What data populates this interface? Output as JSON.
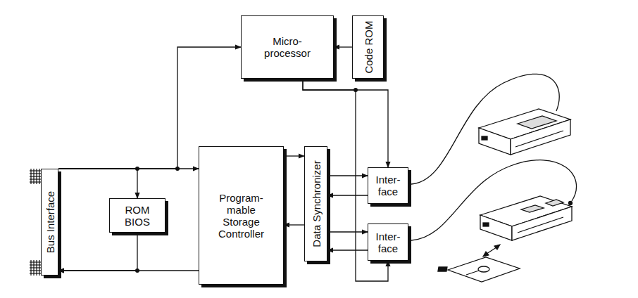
{
  "diagram": {
    "nodes": [
      {
        "text": [
          "Micro- processor"
        ]
      },
      {
        "text": [
          "Code ROM"
        ]
      },
      {
        "text": [
          "Bus Interface"
        ]
      },
      {
        "text": [
          "ROM BIOS"
        ]
      },
      {
        "text": [
          "Program- mable Storage Controller"
        ]
      },
      {
        "text": [
          "Data Synchronizer"
        ]
      },
      {
        "text": [
          "Inter- face"
        ]
      },
      {
        "text": [
          "Inter- face"
        ]
      }
    ],
    "edges": [
      {
        "from": 1,
        "to": 0,
        "arrow": "to"
      },
      {
        "from": 2,
        "to": 0,
        "arrow": "to"
      },
      {
        "from": 2,
        "to": 4,
        "arrow": "to"
      },
      {
        "from": 2,
        "to": 3,
        "arrow": "to"
      },
      {
        "from": 3,
        "to": 2,
        "arrow": "to"
      },
      {
        "from": 4,
        "to": 2,
        "arrow": "to"
      },
      {
        "from": 4,
        "to": 5,
        "arrow": "to"
      },
      {
        "from": 5,
        "to": 4,
        "arrow": "to"
      },
      {
        "from": 5,
        "to": 6,
        "arrow": "to"
      },
      {
        "from": 6,
        "to": 5,
        "arrow": "to"
      },
      {
        "from": 5,
        "to": 7,
        "arrow": "to"
      },
      {
        "from": 7,
        "to": 5,
        "arrow": "to"
      },
      {
        "from": 0,
        "to": 6,
        "arrow": "to"
      },
      {
        "from": 0,
        "to": 7,
        "arrow": "to"
      }
    ]
  }
}
